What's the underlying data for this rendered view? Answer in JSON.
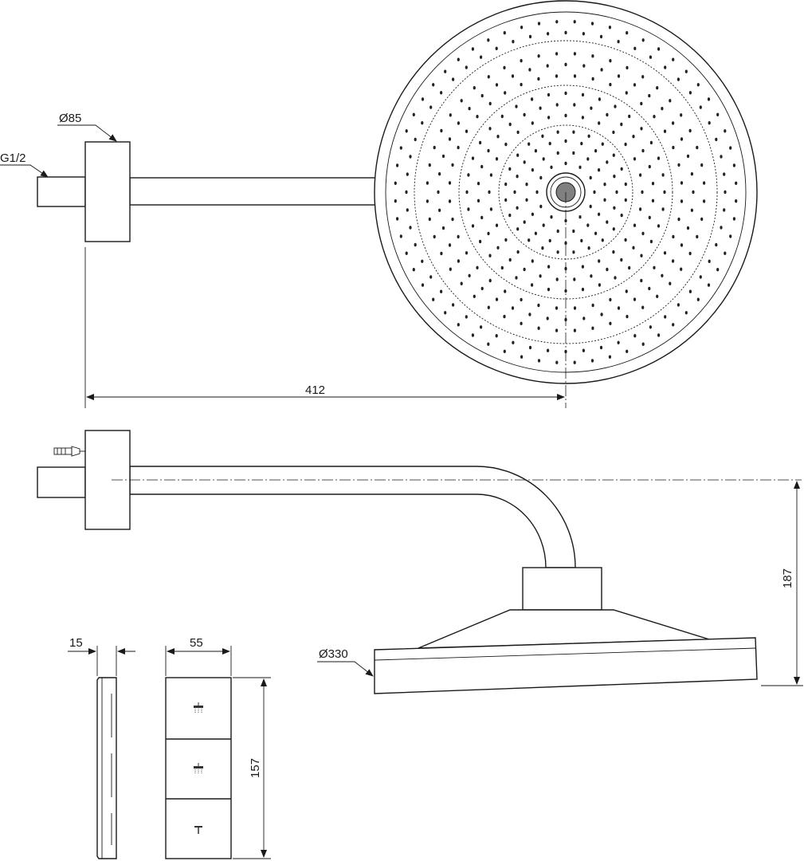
{
  "title": "Shower arm with rain shower head and control panel - dimension drawing",
  "dimensions": {
    "flange_diameter": "Ø85",
    "thread": "G1/2",
    "arm_length": "412",
    "drop_height": "187",
    "head_diameter": "Ø330",
    "panel_depth": "15",
    "panel_width": "55",
    "panel_height": "157"
  },
  "colors": {
    "line": "#1a1a1a",
    "hub": "#808080"
  }
}
